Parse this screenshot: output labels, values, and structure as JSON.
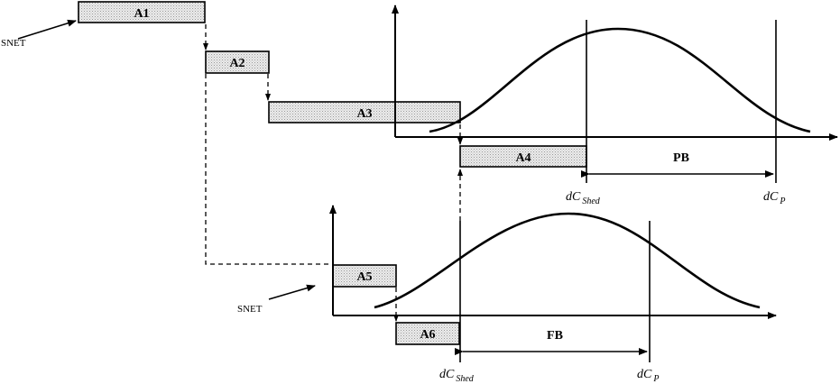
{
  "activities": {
    "a1": "A1",
    "a2": "A2",
    "a3": "A3",
    "a4": "A4",
    "a5": "A5",
    "a6": "A6"
  },
  "snet_top": "SNET",
  "snet_bottom": "SNET",
  "upper": {
    "buffer_label": "PB",
    "shed_main": "dC",
    "shed_sub": "Shed",
    "p_main": "dC",
    "p_sub": "P"
  },
  "lower": {
    "buffer_label": "FB",
    "shed_main": "dC",
    "shed_sub": "Shed",
    "p_main": "dC",
    "p_sub": "P"
  }
}
